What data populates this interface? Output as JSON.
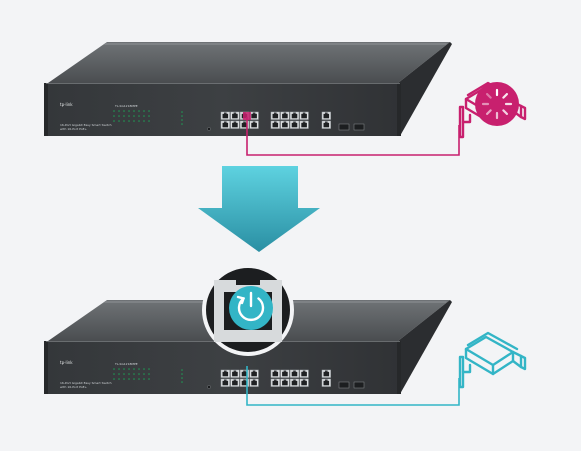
{
  "top_switch": {
    "brand": "tp-link",
    "model": "TL-SG1218MPE",
    "description_line1": "16-Port Gigabit Easy Smart Switch",
    "description_line2": "with 16-Port PoE+"
  },
  "bottom_switch": {
    "brand": "tp-link",
    "model": "TL-SG1218MPE",
    "description_line1": "16-Port Gigabit Easy Smart Switch",
    "description_line2": "with 16-Port PoE+"
  },
  "colors": {
    "background": "#f3f4f6",
    "switch_body": "#3b3e41",
    "faulty_link": "#c8206e",
    "healthy_link": "#33b5c6",
    "arrow": "#2fa6b8"
  },
  "icons": {
    "faulty_camera": "camera-fault-icon",
    "healthy_camera": "camera-icon",
    "recovery": "power-restart-icon",
    "loading": "spinner-icon",
    "arrow": "arrow-down-icon"
  }
}
